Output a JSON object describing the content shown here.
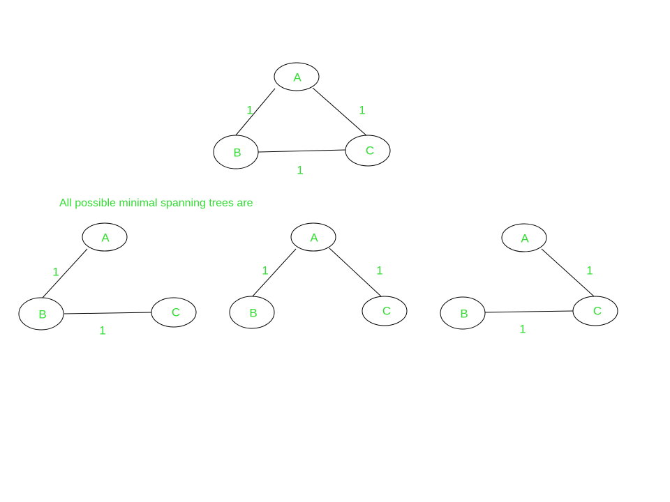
{
  "caption": "All possible minimal spanning trees are",
  "colors": {
    "label": "#33dd33",
    "stroke": "#000000"
  },
  "original_graph": {
    "nodes": [
      "A",
      "B",
      "C"
    ],
    "edges": [
      {
        "from": "A",
        "to": "B",
        "weight": "1"
      },
      {
        "from": "A",
        "to": "C",
        "weight": "1"
      },
      {
        "from": "B",
        "to": "C",
        "weight": "1"
      }
    ]
  },
  "spanning_trees": [
    {
      "nodes": [
        "A",
        "B",
        "C"
      ],
      "edges": [
        {
          "from": "A",
          "to": "B",
          "weight": "1"
        },
        {
          "from": "B",
          "to": "C",
          "weight": "1"
        }
      ]
    },
    {
      "nodes": [
        "A",
        "B",
        "C"
      ],
      "edges": [
        {
          "from": "A",
          "to": "B",
          "weight": "1"
        },
        {
          "from": "A",
          "to": "C",
          "weight": "1"
        }
      ]
    },
    {
      "nodes": [
        "A",
        "B",
        "C"
      ],
      "edges": [
        {
          "from": "A",
          "to": "C",
          "weight": "1"
        },
        {
          "from": "B",
          "to": "C",
          "weight": "1"
        }
      ]
    }
  ]
}
